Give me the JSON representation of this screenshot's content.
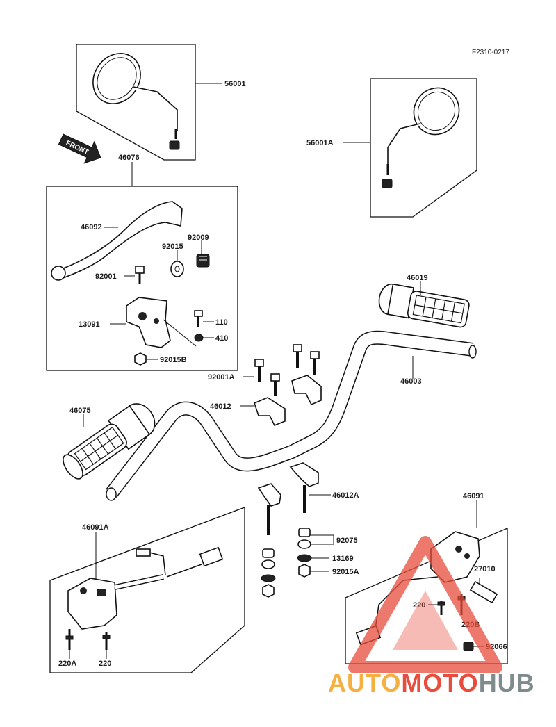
{
  "figure_code": "F2310-0217",
  "front_label": "FRONT",
  "parts": {
    "p56001": "56001",
    "p56001A": "56001A",
    "p46076": "46076",
    "p46092": "46092",
    "p92009": "92009",
    "p92015": "92015",
    "p92001": "92001",
    "p13091": "13091",
    "p110": "110",
    "p410": "410",
    "p92015B": "92015B",
    "p46019": "46019",
    "p46003": "46003",
    "p92001A": "92001A",
    "p46012": "46012",
    "p46075": "46075",
    "p46012A": "46012A",
    "p46091": "46091",
    "p46091A": "46091A",
    "p92075": "92075",
    "p13169": "13169",
    "p92015A": "92015A",
    "p27010": "27010",
    "p220": "220",
    "p220B": "220B",
    "p92066": "92066",
    "p220A": "220A",
    "p220_left": "220"
  },
  "watermark": {
    "part1": "AUTO",
    "part2": "MOTO",
    "part3": "HUB",
    "colors": {
      "auto": "#f5b041",
      "moto": "#e74c3c",
      "hub": "#7f8c8d"
    }
  }
}
